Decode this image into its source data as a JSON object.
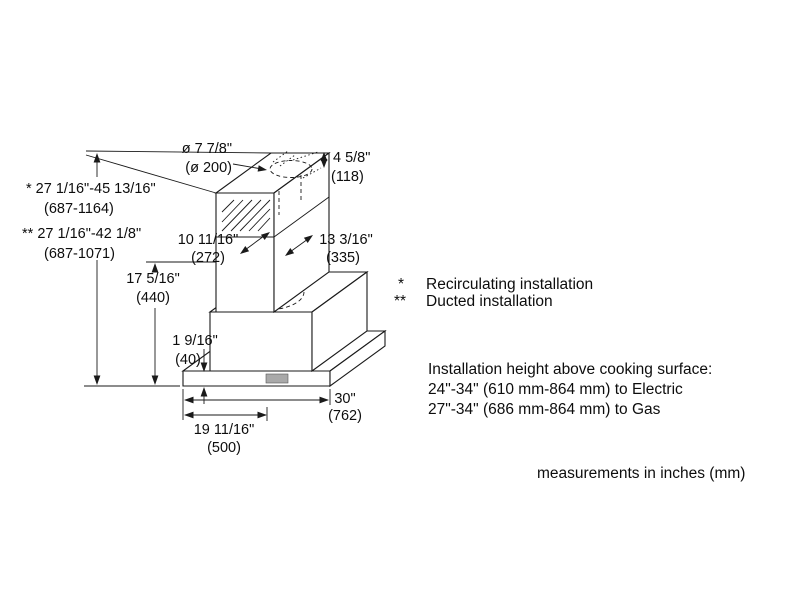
{
  "dimensions": {
    "duct_diameter": {
      "inches": "ø 7 7/8\"",
      "mm": "(ø 200)"
    },
    "duct_depth": {
      "inches": "4 5/8\"",
      "mm": "(118)"
    },
    "height_recirculating": {
      "inches": "* 27 1/16\"-45 13/16\"",
      "mm": "(687-1164)"
    },
    "height_ducted": {
      "inches": "** 27 1/16\"-42 1/8\"",
      "mm": "(687-1071)"
    },
    "chimney_width": {
      "inches": "10 11/16\"",
      "mm": "(272)"
    },
    "chimney_depth": {
      "inches": "13 3/16\"",
      "mm": "(335)"
    },
    "body_height": {
      "inches": "17 5/16\"",
      "mm": "(440)"
    },
    "rim_height": {
      "inches": "1 9/16\"",
      "mm": "(40)"
    },
    "hood_width": {
      "inches": "30\"",
      "mm": "(762)"
    },
    "hood_depth": {
      "inches": "19 11/16\"",
      "mm": "(500)"
    }
  },
  "legend": {
    "recirculating": {
      "symbol": "*",
      "label": "Recirculating installation"
    },
    "ducted": {
      "symbol": "**",
      "label": "Ducted installation"
    }
  },
  "installation_note": {
    "line1": "Installation height above cooking surface:",
    "line2": "24\"-34\" (610 mm-864 mm) to Electric",
    "line3": "27\"-34\" (686 mm-864 mm) to Gas"
  },
  "footer": {
    "text": "measurements in inches (mm)"
  }
}
